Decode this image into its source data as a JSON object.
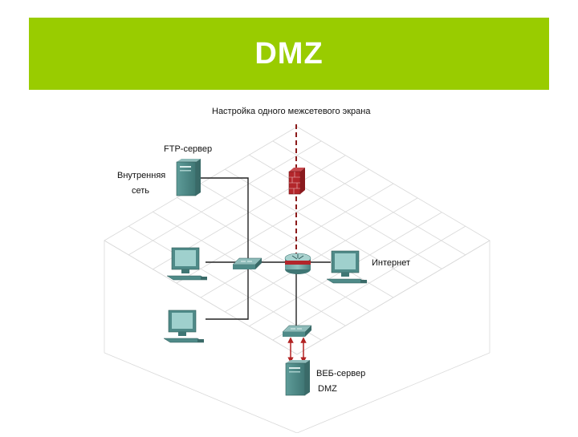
{
  "slide": {
    "title": "DMZ",
    "accent_color": "#99cc00"
  },
  "diagram": {
    "caption": "Настройка одного межсетевого экрана",
    "labels": {
      "ftp_server": "FTP-сервер",
      "internal_network_line1": "Внутренняя",
      "internal_network_line2": "сеть",
      "internet": "Интернет",
      "web_server": "ВЕБ-сервер",
      "dmz": "DMZ"
    },
    "icons": [
      "server-icon",
      "workstation-icon",
      "switch-icon",
      "router-icon",
      "firewall-icon",
      "traffic-arrow-icon"
    ],
    "colors": {
      "device": "#4f8a88",
      "firewall": "#b3262b",
      "grid": "#d6d6d6",
      "link": "#222222",
      "arrow": "#b22222"
    }
  }
}
